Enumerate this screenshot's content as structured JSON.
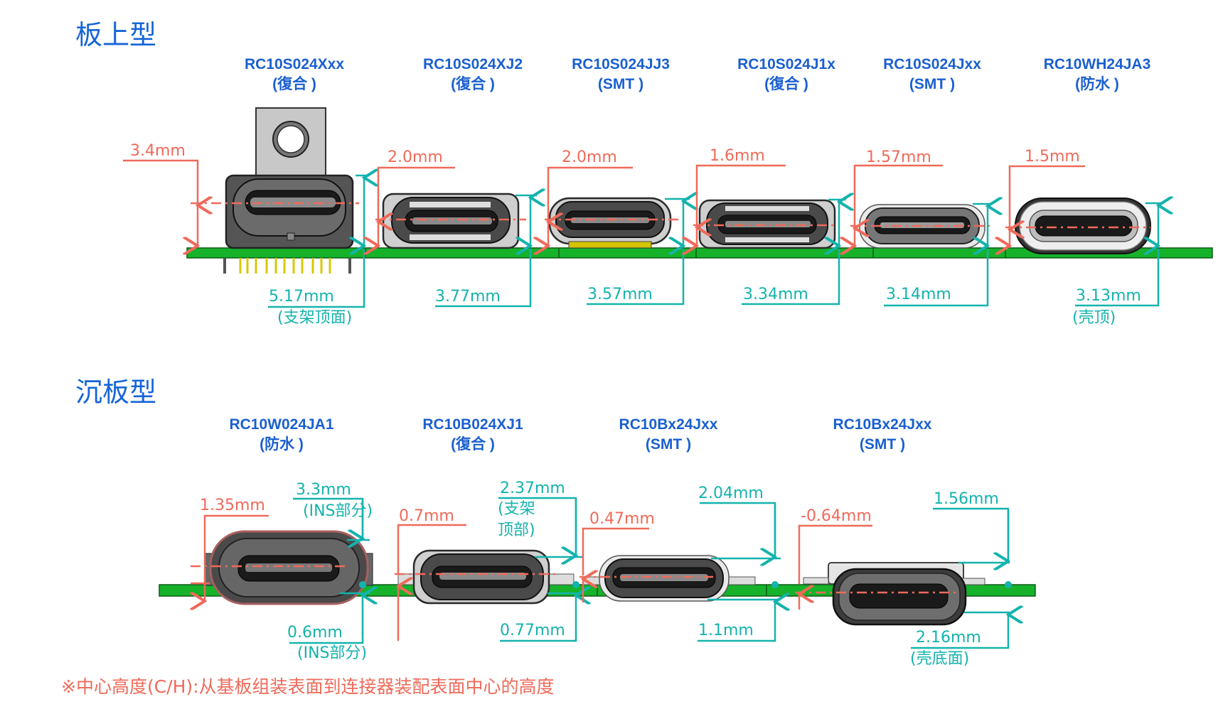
{
  "sections": {
    "on_board": {
      "title": "板上型",
      "connectors": [
        {
          "part": "RC10S024Xxx",
          "type": "(復合 )",
          "center_height": "3.4mm",
          "total_height": "5.17mm",
          "total_note": "(支架顶面)"
        },
        {
          "part": "RC10S024XJ2",
          "type": "(復合 )",
          "center_height": "2.0mm",
          "total_height": "3.77mm",
          "total_note": ""
        },
        {
          "part": "RC10S024JJ3",
          "type": "(SMT )",
          "center_height": "2.0mm",
          "total_height": "3.57mm",
          "total_note": ""
        },
        {
          "part": "RC10S024J1x",
          "type": "(復合 )",
          "center_height": "1.6mm",
          "total_height": "3.34mm",
          "total_note": ""
        },
        {
          "part": "RC10S024Jxx",
          "type": "(SMT )",
          "center_height": "1.57mm",
          "total_height": "3.14mm",
          "total_note": ""
        },
        {
          "part": "RC10WH24JA3",
          "type": "(防水 )",
          "center_height": "1.5mm",
          "total_height": "3.13mm",
          "total_note": "(壳顶)"
        }
      ]
    },
    "sink_board": {
      "title": "沉板型",
      "connectors": [
        {
          "part": "RC10W024JA1",
          "type": "(防水 )",
          "center_height": "1.35mm",
          "above_height": "3.3mm",
          "above_note": "(INS部分)",
          "below_height": "0.6mm",
          "below_note": "(INS部分)"
        },
        {
          "part": "RC10B024XJ1",
          "type": "(復合 )",
          "center_height": "0.7mm",
          "above_height": "2.37mm",
          "above_note_1": "(支架",
          "above_note_2": "顶部)",
          "below_height": "0.77mm",
          "below_note": ""
        },
        {
          "part": "RC10Bx24Jxx",
          "type": "(SMT )",
          "center_height": "0.47mm",
          "above_height": "2.04mm",
          "above_note": "",
          "below_height": "1.1mm",
          "below_note": ""
        },
        {
          "part": "RC10Bx24Jxx",
          "type": "(SMT )",
          "center_height": "-0.64mm",
          "above_height": "1.56mm",
          "above_note": "",
          "below_height": "2.16mm",
          "below_note": "(壳底面)"
        }
      ]
    }
  },
  "footnote": "※中心高度(C/H):从基板组装表面到连接器装配表面中心的高度",
  "colors": {
    "title_blue": "#1565d8",
    "center_height_red": "#ef6a5a",
    "total_height_teal": "#14b3ad",
    "pcb_green": "#16b22a"
  }
}
